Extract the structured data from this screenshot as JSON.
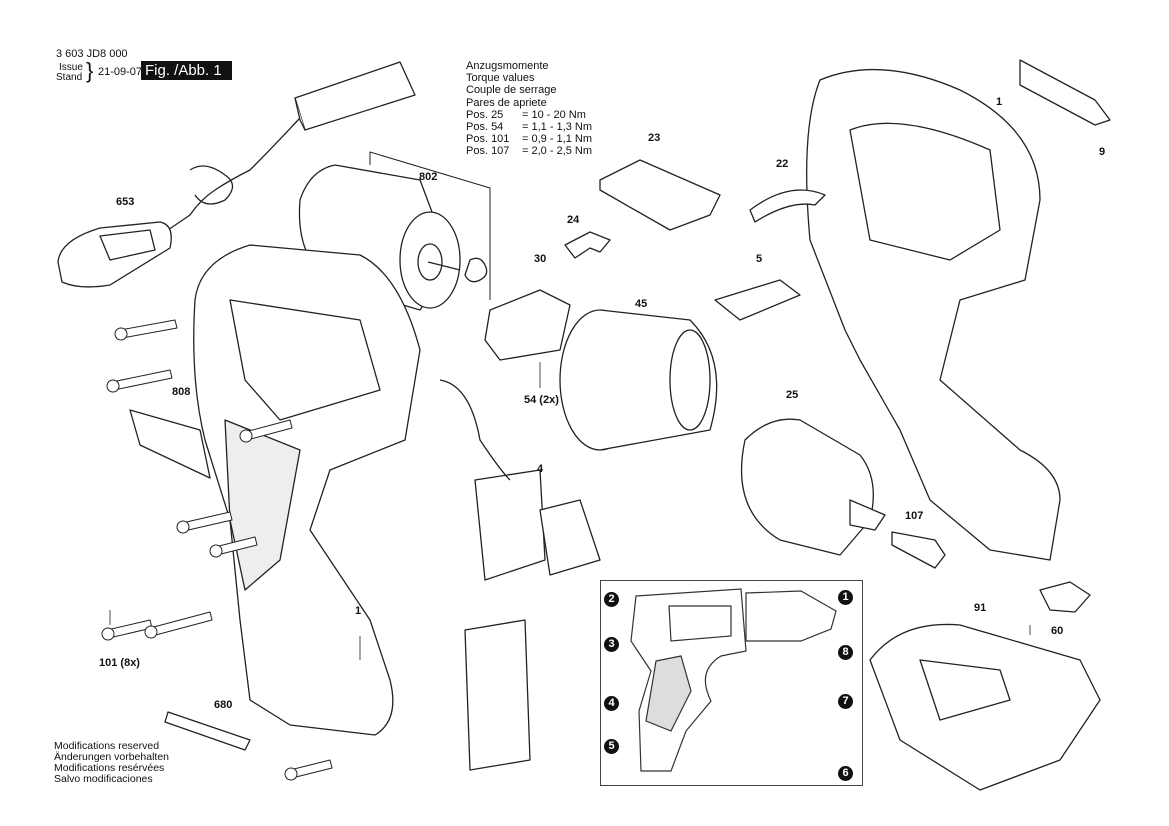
{
  "header": {
    "part_number": "3 603 JD8 000",
    "issue_label": "Issue",
    "stand_label": "Stand",
    "date": "21-09-07",
    "figure_label": "Fig. /Abb. 1"
  },
  "torque_table": {
    "headings": [
      "Anzugsmomente",
      "Torque values",
      "Couple de serrage",
      "Pares de apriete"
    ],
    "rows": [
      {
        "pos": "Pos. 25",
        "value": "= 10 - 20 Nm"
      },
      {
        "pos": "Pos. 54",
        "value": "= 1,1 - 1,3 Nm"
      },
      {
        "pos": "Pos. 101",
        "value": "= 0,9 - 1,1 Nm"
      },
      {
        "pos": "Pos. 107",
        "value": "= 2,0 - 2,5 Nm"
      }
    ]
  },
  "footer_notes": [
    "Modifications reserved",
    "Änderungen vorbehalten",
    "Modifications resérvées",
    "Salvo modificaciones"
  ],
  "part_labels": {
    "p802": "802",
    "p653": "653",
    "p30": "30",
    "p24": "24",
    "p23": "23",
    "p22": "22",
    "p1_right": "1",
    "p9": "9",
    "p5": "5",
    "p45": "45",
    "p54": "54 (2x)",
    "p808": "808",
    "p25": "25",
    "p4": "4",
    "p107": "107",
    "p1_left": "1",
    "p101": "101 (8x)",
    "p91": "91",
    "p60": "60",
    "p680": "680"
  },
  "inset_callouts": [
    "1",
    "2",
    "3",
    "4",
    "5",
    "6",
    "7",
    "8"
  ]
}
